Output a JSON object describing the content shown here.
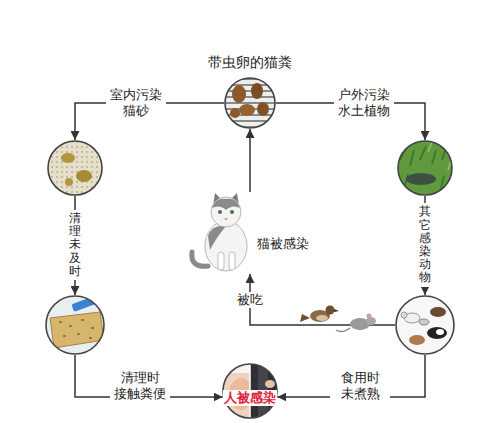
{
  "diagram": {
    "nodes": [
      {
        "text": [
          "带虫卵的猫粪"
        ]
      },
      {
        "text": []
      },
      {
        "text": []
      },
      {
        "text": [
          "猫被感染"
        ]
      },
      {
        "text": []
      },
      {
        "text": []
      },
      {
        "text": [
          "人被感染"
        ]
      }
    ],
    "edges": [
      {
        "from": 0,
        "to": 1,
        "arrow": "to",
        "label": "室内污染 猫砂"
      },
      {
        "from": 0,
        "to": 2,
        "arrow": "to",
        "label": "户外污染 水土植物"
      },
      {
        "from": 1,
        "to": 4,
        "arrow": "to",
        "label": "清理未及时"
      },
      {
        "from": 2,
        "to": 5,
        "arrow": "to",
        "label": "其它感染动物"
      },
      {
        "from": 4,
        "to": 6,
        "arrow": "to",
        "label": "清理时 接触粪便"
      },
      {
        "from": 5,
        "to": 6,
        "arrow": "to",
        "label": "食用时 未煮熟"
      },
      {
        "from": 5,
        "to": 3,
        "arrow": "to",
        "label": "被吃"
      },
      {
        "from": 3,
        "to": 0,
        "arrow": "to"
      }
    ]
  }
}
